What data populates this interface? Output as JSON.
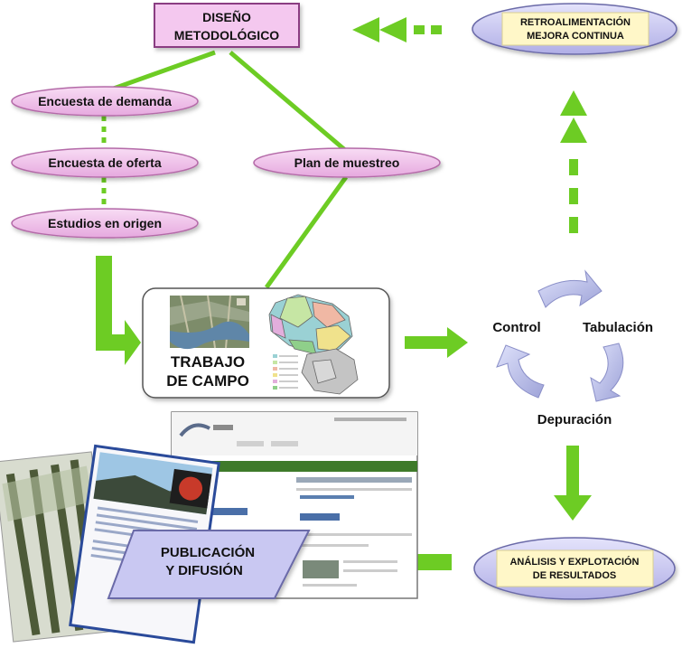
{
  "nodes": {
    "diseno_line1": "DISEÑO",
    "diseno_line2": "METODOLÓGICO",
    "encuesta_demanda": "Encuesta de demanda",
    "encuesta_oferta": "Encuesta de oferta",
    "estudios_origen": "Estudios en origen",
    "plan_muestreo": "Plan de muestreo",
    "trabajo_line1": "TRABAJO",
    "trabajo_line2": "DE CAMPO",
    "retro_line1": "RETROALIMENTACIÓN",
    "retro_line2": "MEJORA CONTINUA",
    "control": "Control",
    "tabulacion": "Tabulación",
    "depuracion": "Depuración",
    "analisis_line1": "ANÁLISIS Y EXPLOTACIÓN",
    "analisis_line2": "DE RESULTADOS",
    "publicacion_line1": "PUBLICACIÓN",
    "publicacion_line2": "Y DIFUSIÓN"
  },
  "colors": {
    "green": "#6dcc24",
    "pink": "#f2c3ee",
    "pink_border": "#b46aa8",
    "lavender": "#c9c8f2",
    "lavender_border": "#6b6aa8",
    "yellow_label": "#fff7c8",
    "cycle_arrow": "#b9bde8"
  }
}
